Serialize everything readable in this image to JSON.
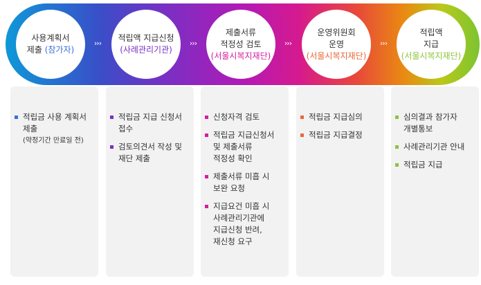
{
  "steps": [
    {
      "accent": "#3a6fd8",
      "title": [
        {
          "text": "사용계획서"
        },
        {
          "text": "제출 ",
          "paren": "(참가자)"
        }
      ],
      "items": [
        [
          "적립금 사용 계획서",
          "제출",
          {
            "small": "(약정기간 만료일 전)"
          }
        ]
      ]
    },
    {
      "accent": "#7a2fc4",
      "title": [
        {
          "text": "적립액 지급신청"
        },
        {
          "paren": "(사례관리기관)"
        }
      ],
      "items": [
        [
          "적립금 지급 신청서",
          "접수"
        ],
        [
          "검토의견서 작성 및",
          "재단 제출"
        ]
      ]
    },
    {
      "accent": "#d41ea0",
      "title": [
        {
          "text": "제출서류"
        },
        {
          "text": "적정성 검토"
        },
        {
          "paren": "(서울시복지재단)"
        }
      ],
      "items": [
        [
          "신청자격 검토"
        ],
        [
          "적립금 지급신청서",
          "및 제출서류",
          "적정성 확인"
        ],
        [
          "제출서류 미흡 시",
          "보완 요청"
        ],
        [
          "지급요건 미흡 시",
          "사례관리기관에",
          "지급신청 반려,",
          "재신청 요구"
        ]
      ]
    },
    {
      "accent": "#e8683a",
      "title": [
        {
          "text": "운영위원회"
        },
        {
          "text": "운영"
        },
        {
          "paren": "(서울시복지재단)"
        }
      ],
      "items": [
        [
          "적립금 지급심의"
        ],
        [
          "적립금 지급결정"
        ]
      ]
    },
    {
      "accent": "#8cc43a",
      "title": [
        {
          "text": "적립액"
        },
        {
          "text": "지급"
        },
        {
          "paren": "(서울시복지재단)"
        }
      ],
      "items": [
        [
          "심의결과 참가자",
          "개별통보"
        ],
        [
          "사례관리기관 안내"
        ],
        [
          "적립금 지급"
        ]
      ]
    }
  ],
  "arrow_glyph": "›››"
}
